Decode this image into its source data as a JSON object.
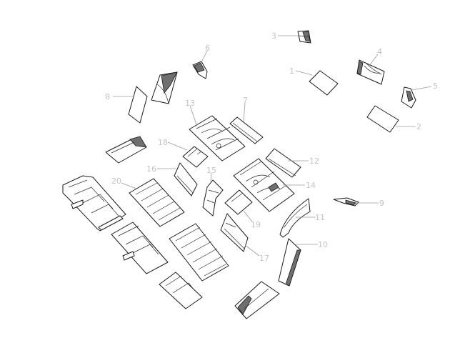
{
  "callouts": [
    {
      "id": "1",
      "text": "1"
    },
    {
      "id": "2",
      "text": "2"
    },
    {
      "id": "3",
      "text": "3"
    },
    {
      "id": "4",
      "text": "4"
    },
    {
      "id": "5",
      "text": "5"
    },
    {
      "id": "6",
      "text": "6"
    },
    {
      "id": "7",
      "text": "7"
    },
    {
      "id": "8",
      "text": "8"
    },
    {
      "id": "9",
      "text": "9"
    },
    {
      "id": "10",
      "text": "10"
    },
    {
      "id": "11",
      "text": "11"
    },
    {
      "id": "12",
      "text": "12"
    },
    {
      "id": "13",
      "text": "13"
    },
    {
      "id": "14",
      "text": "14"
    },
    {
      "id": "15",
      "text": "15"
    },
    {
      "id": "16",
      "text": "16"
    },
    {
      "id": "17",
      "text": "17"
    },
    {
      "id": "18",
      "text": "18"
    },
    {
      "id": "19",
      "text": "19"
    },
    {
      "id": "20",
      "text": "20"
    }
  ],
  "colors": {
    "line": "#1a1a1a",
    "callout_text": "#c4c4c4",
    "shade": "#6f6f6f"
  }
}
